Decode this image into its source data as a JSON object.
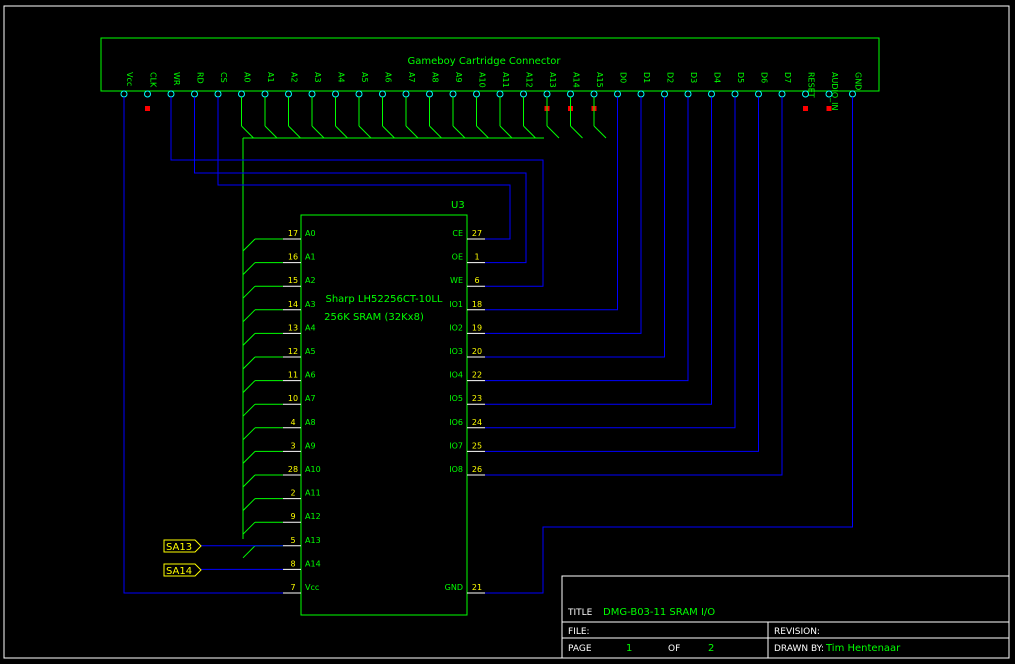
{
  "colors": {
    "background": "#000000",
    "component": "#00ff00",
    "label": "#00ff00",
    "pin_number": "#ffff00",
    "wire": "#0000ff",
    "frame": "#ffffff",
    "pin_circle": "#00ffff",
    "nc_marker": "#ff0000"
  },
  "connector": {
    "title": "Gameboy Cartridge Connector",
    "pins": [
      "Vcc",
      "CLK",
      "WR",
      "RD",
      "CS",
      "A0",
      "A1",
      "A2",
      "A3",
      "A4",
      "A5",
      "A6",
      "A7",
      "A8",
      "A9",
      "A10",
      "A11",
      "A12",
      "A13",
      "A14",
      "A15",
      "D0",
      "D1",
      "D2",
      "D3",
      "D4",
      "D5",
      "D6",
      "D7",
      "RESET",
      "AUDIO_IN",
      "GND"
    ],
    "no_connect_pins": [
      "CLK",
      "A13",
      "A14",
      "A15",
      "RESET",
      "AUDIO_IN"
    ]
  },
  "chip": {
    "refdes": "U3",
    "name_line1": "Sharp LH52256CT-10LL",
    "name_line2": "256K SRAM (32Kx8)",
    "left_pins": [
      {
        "num": "17",
        "name": "A0"
      },
      {
        "num": "16",
        "name": "A1"
      },
      {
        "num": "15",
        "name": "A2"
      },
      {
        "num": "14",
        "name": "A3"
      },
      {
        "num": "13",
        "name": "A4"
      },
      {
        "num": "12",
        "name": "A5"
      },
      {
        "num": "11",
        "name": "A6"
      },
      {
        "num": "10",
        "name": "A7"
      },
      {
        "num": "4",
        "name": "A8"
      },
      {
        "num": "3",
        "name": "A9"
      },
      {
        "num": "28",
        "name": "A10"
      },
      {
        "num": "2",
        "name": "A11"
      },
      {
        "num": "9",
        "name": "A12"
      },
      {
        "num": "5",
        "name": "A13"
      },
      {
        "num": "8",
        "name": "A14"
      },
      {
        "num": "7",
        "name": "Vcc"
      }
    ],
    "right_pins": [
      {
        "num": "27",
        "name": "CE"
      },
      {
        "num": "1",
        "name": "OE"
      },
      {
        "num": "6",
        "name": "WE"
      },
      {
        "num": "18",
        "name": "IO1"
      },
      {
        "num": "19",
        "name": "IO2"
      },
      {
        "num": "20",
        "name": "IO3"
      },
      {
        "num": "22",
        "name": "IO4"
      },
      {
        "num": "23",
        "name": "IO5"
      },
      {
        "num": "24",
        "name": "IO6"
      },
      {
        "num": "25",
        "name": "IO7"
      },
      {
        "num": "26",
        "name": "IO8"
      },
      {
        "num": "21",
        "name": "GND"
      }
    ]
  },
  "net_labels": [
    "SA13",
    "SA14"
  ],
  "title_block": {
    "title_label": "TITLE",
    "title": "DMG-B03-11 SRAM I/O",
    "file_label": "FILE:",
    "revision_label": "REVISION:",
    "page_label": "PAGE",
    "page": "1",
    "of_label": "OF",
    "pages": "2",
    "drawn_by_label": "DRAWN BY:",
    "drawn_by": "Tim Hentenaar"
  }
}
